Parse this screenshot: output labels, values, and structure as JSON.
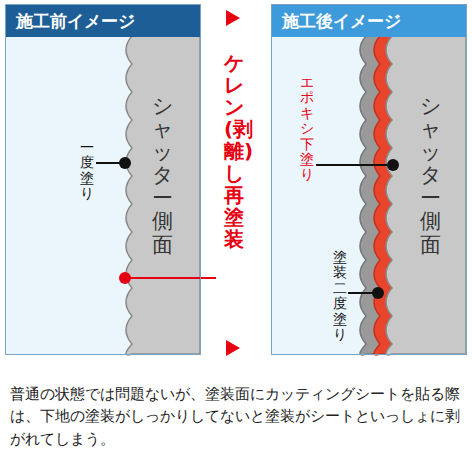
{
  "diagram": {
    "caption": "普通の状態では問題ないが、塗装面にカッティングシートを貼る際は、下地の塗装がしっかりしてないと塗装がシートといっしょに剥がれてしまう。",
    "nodes": [
      {
        "text": [
          "施工前イメージ"
        ]
      },
      {
        "text": [
          "施工後イメージ"
        ]
      }
    ],
    "labels": [
      "一度塗り",
      "シャッター側面",
      "ケレン(剥離)し再塗装",
      "エポキシ下塗り",
      "シャッター側面",
      "塗装二度塗り"
    ]
  }
}
